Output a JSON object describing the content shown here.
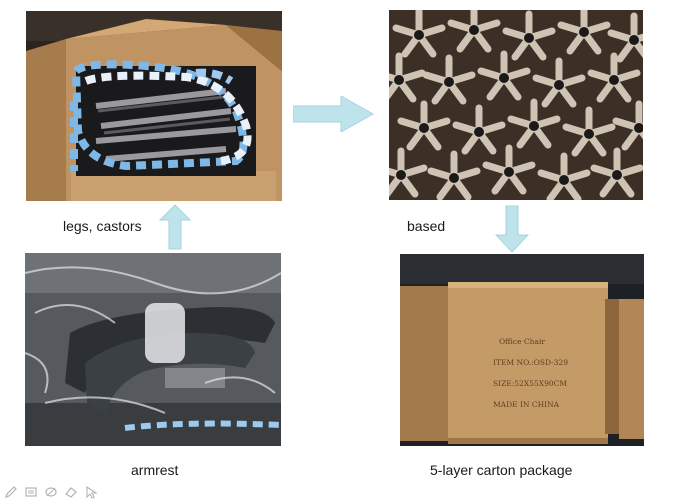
{
  "captions": {
    "legs_castors": "legs, castors",
    "based": "based",
    "armrest": "armrest",
    "carton": "5-layer carton package"
  },
  "carton_label": {
    "line1": "Office Chair",
    "line2": "ITEM NO.:OSD-329",
    "line3": "SIZE:52X55X90CM",
    "line4": "MADE IN CHINA"
  },
  "toolbar": {
    "icons": [
      "pen-icon",
      "slides-icon",
      "pencil-icon",
      "eraser-icon",
      "pointer-icon"
    ]
  },
  "colors": {
    "arrow": "#bfe3ea",
    "arrow_stroke": "#a6d5df",
    "cardboard": "#b28a5a"
  }
}
